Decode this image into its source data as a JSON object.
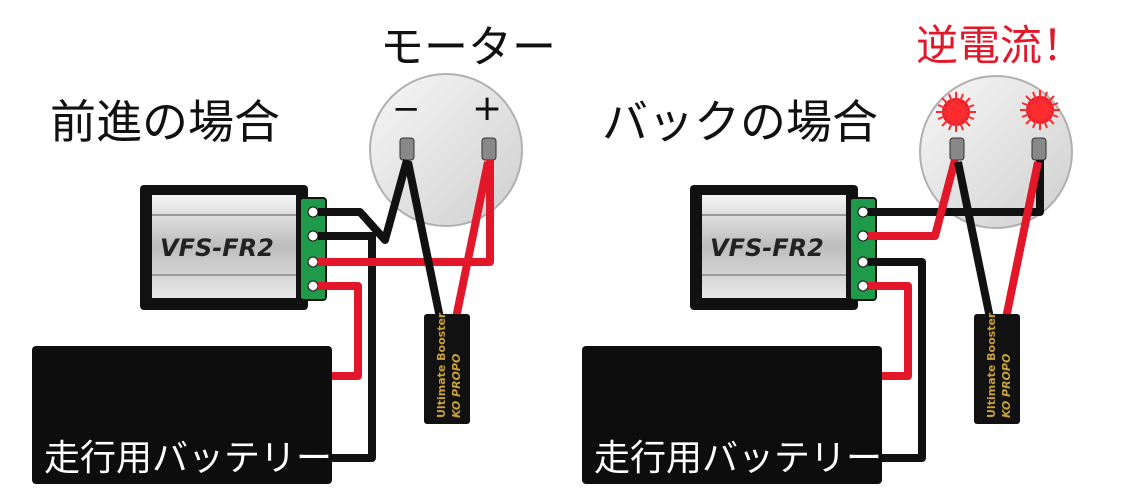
{
  "left": {
    "title": "前進の場合",
    "motor_label": "モーター",
    "terminal_minus": "−",
    "terminal_plus": "+",
    "esc_label": "VFS-FR2",
    "battery_label": "走行用バッテリー",
    "booster_label": "Ultimate Booster",
    "booster_brand": "KO PROPO"
  },
  "right": {
    "title": "バックの場合",
    "warning": "逆電流！",
    "esc_label": "VFS-FR2",
    "battery_label": "走行用バッテリー",
    "booster_label": "Ultimate Booster",
    "booster_brand": "KO PROPO"
  },
  "colors": {
    "wire_red": "#e3172a",
    "wire_black": "#111111",
    "connector_green": "#1f9a4a",
    "warning_red": "#e3172a",
    "spark_red": "#ff2a2a",
    "booster_gold": "#c9a23a"
  }
}
